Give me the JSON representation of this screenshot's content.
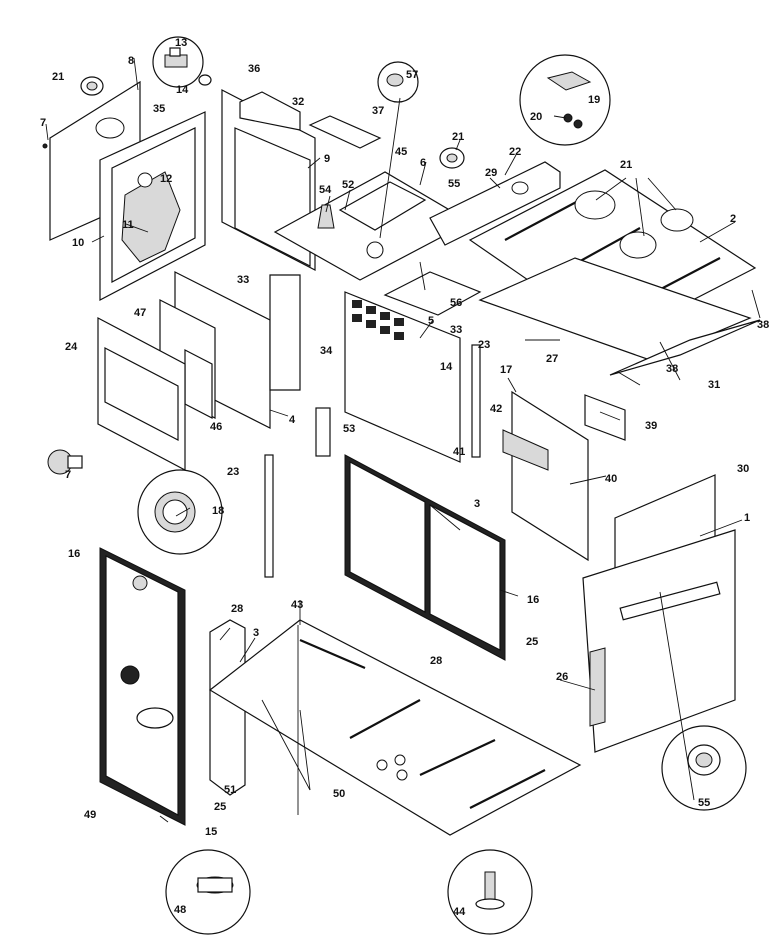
{
  "callouts": [
    {
      "id": "c1",
      "label": "1"
    },
    {
      "id": "c2",
      "label": "2"
    },
    {
      "id": "c3a",
      "label": "3"
    },
    {
      "id": "c3b",
      "label": "3"
    },
    {
      "id": "c4",
      "label": "4"
    },
    {
      "id": "c5",
      "label": "5"
    },
    {
      "id": "c6",
      "label": "6"
    },
    {
      "id": "c7a",
      "label": "7"
    },
    {
      "id": "c7b",
      "label": "7"
    },
    {
      "id": "c8",
      "label": "8"
    },
    {
      "id": "c9",
      "label": "9"
    },
    {
      "id": "c10",
      "label": "10"
    },
    {
      "id": "c11",
      "label": "11"
    },
    {
      "id": "c12",
      "label": "12"
    },
    {
      "id": "c13",
      "label": "13"
    },
    {
      "id": "c14a",
      "label": "14"
    },
    {
      "id": "c14b",
      "label": "14"
    },
    {
      "id": "c15",
      "label": "15"
    },
    {
      "id": "c16a",
      "label": "16"
    },
    {
      "id": "c16b",
      "label": "16"
    },
    {
      "id": "c17",
      "label": "17"
    },
    {
      "id": "c18",
      "label": "18"
    },
    {
      "id": "c19",
      "label": "19"
    },
    {
      "id": "c20",
      "label": "20"
    },
    {
      "id": "c21a",
      "label": "21"
    },
    {
      "id": "c21b",
      "label": "21"
    },
    {
      "id": "c21c",
      "label": "21"
    },
    {
      "id": "c22",
      "label": "22"
    },
    {
      "id": "c23a",
      "label": "23"
    },
    {
      "id": "c23b",
      "label": "23"
    },
    {
      "id": "c24",
      "label": "24"
    },
    {
      "id": "c25a",
      "label": "25"
    },
    {
      "id": "c25b",
      "label": "25"
    },
    {
      "id": "c26",
      "label": "26"
    },
    {
      "id": "c27",
      "label": "27"
    },
    {
      "id": "c28a",
      "label": "28"
    },
    {
      "id": "c28b",
      "label": "28"
    },
    {
      "id": "c29",
      "label": "29"
    },
    {
      "id": "c30",
      "label": "30"
    },
    {
      "id": "c31",
      "label": "31"
    },
    {
      "id": "c32",
      "label": "32"
    },
    {
      "id": "c33a",
      "label": "33"
    },
    {
      "id": "c33b",
      "label": "33"
    },
    {
      "id": "c34",
      "label": "34"
    },
    {
      "id": "c35",
      "label": "35"
    },
    {
      "id": "c36",
      "label": "36"
    },
    {
      "id": "c37",
      "label": "37"
    },
    {
      "id": "c38a",
      "label": "38"
    },
    {
      "id": "c38b",
      "label": "38"
    },
    {
      "id": "c39",
      "label": "39"
    },
    {
      "id": "c40",
      "label": "40"
    },
    {
      "id": "c41",
      "label": "41"
    },
    {
      "id": "c42",
      "label": "42"
    },
    {
      "id": "c43",
      "label": "43"
    },
    {
      "id": "c44",
      "label": "44"
    },
    {
      "id": "c45",
      "label": "45"
    },
    {
      "id": "c46",
      "label": "46"
    },
    {
      "id": "c47",
      "label": "47"
    },
    {
      "id": "c48",
      "label": "48"
    },
    {
      "id": "c49",
      "label": "49"
    },
    {
      "id": "c50",
      "label": "50"
    },
    {
      "id": "c51",
      "label": "51"
    },
    {
      "id": "c52",
      "label": "52"
    },
    {
      "id": "c53",
      "label": "53"
    },
    {
      "id": "c54",
      "label": "54"
    },
    {
      "id": "c55a",
      "label": "55"
    },
    {
      "id": "c55b",
      "label": "55"
    },
    {
      "id": "c56",
      "label": "56"
    },
    {
      "id": "c57",
      "label": "57"
    }
  ]
}
